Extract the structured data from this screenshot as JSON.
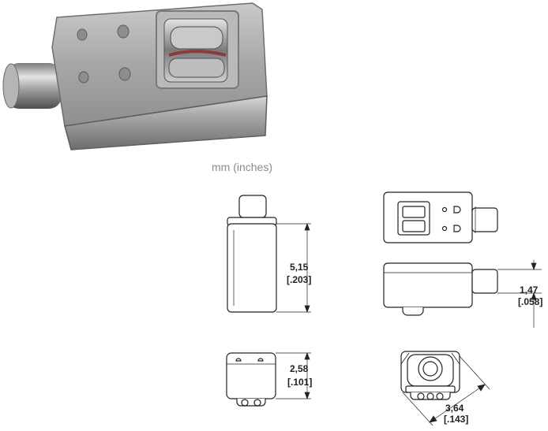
{
  "units_label": "mm (inches)",
  "dimensions": {
    "height": {
      "mm": "5,15",
      "in": "[.203]"
    },
    "nozzle": {
      "mm": "1,47",
      "in": "[.058]"
    },
    "width": {
      "mm": "2,58",
      "in": "[.101]"
    },
    "diagonal": {
      "mm": "3,64",
      "in": "[.143]"
    }
  },
  "colors": {
    "line": "#222222",
    "metal_light": "#d9d9d9",
    "metal_dark": "#5a5a5a"
  }
}
